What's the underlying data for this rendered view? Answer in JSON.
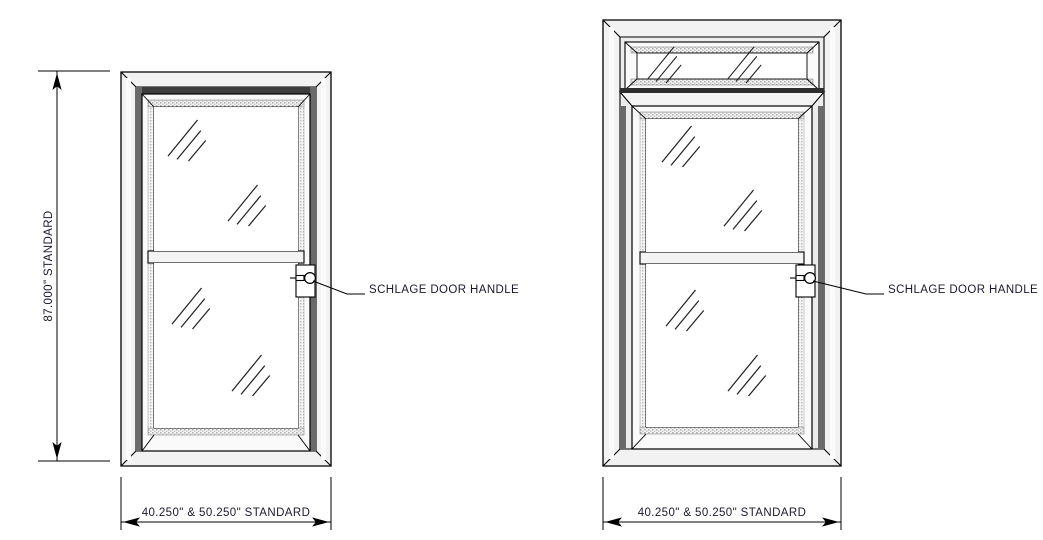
{
  "drawing": {
    "type": "architectural-door-elevation",
    "background_color": "#ffffff",
    "line_color": "#000000",
    "text_color": "#1a1a2e",
    "frame_fill": "#f2f2f2",
    "sash_fill": "#fafafa",
    "glass_fill": "#ffffff",
    "shadow_fill": "#5a5a5a",
    "stipple_fill": "#d8d8d8"
  },
  "panels": [
    {
      "id": "door-standard",
      "name": "single-door-elevation",
      "has_transom": false,
      "height_dimension": {
        "label": "87.000\" STANDARD",
        "orientation": "vertical",
        "position": "left"
      },
      "width_dimension": {
        "label": "40.250\" & 50.250\" STANDARD",
        "orientation": "horizontal",
        "position": "bottom"
      },
      "callout": {
        "label": "SCHLAGE DOOR HANDLE",
        "target": "door-handle",
        "leader_side": "right"
      },
      "lites": 2,
      "glass_reflections_per_lite": 2
    },
    {
      "id": "door-with-transom",
      "name": "single-door-with-transom-elevation",
      "has_transom": true,
      "height_dimension": {
        "label": "",
        "orientation": "vertical",
        "position": "left"
      },
      "width_dimension": {
        "label": "40.250\" & 50.250\" STANDARD",
        "orientation": "horizontal",
        "position": "bottom"
      },
      "callout": {
        "label": "SCHLAGE DOOR HANDLE",
        "target": "door-handle",
        "leader_side": "right"
      },
      "lites": 2,
      "glass_reflections_per_lite": 2,
      "transom_reflections": 2
    }
  ],
  "dimensions": {
    "height_standard": "87.000\" STANDARD",
    "width_standard": "40.250\" & 50.250\" STANDARD"
  },
  "annotations": {
    "handle_note": "SCHLAGE DOOR HANDLE"
  }
}
